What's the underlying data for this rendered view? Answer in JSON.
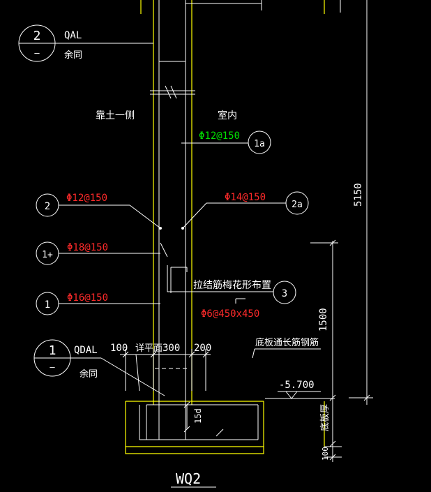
{
  "colors": {
    "background": "#000000",
    "wall": "#ffff00",
    "line": "#ffffff",
    "rebar_primary": "#ff2a2a",
    "rebar_secondary": "#00e000"
  },
  "callouts": {
    "qal_mark": "2",
    "qal_mark_sub": "–",
    "qal_code": "QAL",
    "qal_note": "余同",
    "qdal_mark": "1",
    "qdal_mark_sub": "–",
    "qdal_code": "QDAL",
    "qdal_note": "余同"
  },
  "labels": {
    "soil_side": "靠土一侧",
    "indoor_side": "室内",
    "tie_bars_note": "拉结筋梅花形布置",
    "bottom_slab_rebar": "底板通长筋钢筋",
    "bottom_slab_thickness": "底板厚",
    "title": "WQ2",
    "elevation": "-5.700",
    "see_plan": "详平面"
  },
  "rebars": {
    "r1a": {
      "mark": "1a",
      "spec": "Φ12@150"
    },
    "r2": {
      "mark": "2",
      "spec": "Φ12@150"
    },
    "r2a": {
      "mark": "2a",
      "spec": "Φ14@150"
    },
    "r1plus": {
      "mark": "1+",
      "spec": "Φ18@150"
    },
    "r3": {
      "mark": "3",
      "spec": "Φ6@450x450"
    },
    "r1": {
      "mark": "1",
      "spec": "Φ16@150"
    }
  },
  "dimensions": {
    "height_total": "5150",
    "height_lower": "1500",
    "width_left": "100",
    "width_mid": "300",
    "width_right": "200",
    "anchor": "15d",
    "bottom_cover": "100"
  }
}
